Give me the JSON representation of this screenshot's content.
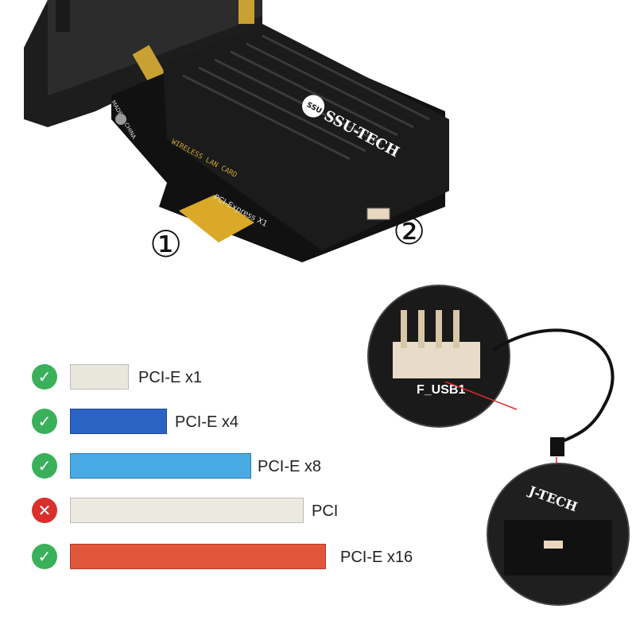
{
  "product": {
    "brand_text": "SSU-TECH",
    "logo_text": "SSU",
    "card_text": "WIRELESS LAN CARD",
    "interface_text": "PCI-Express X1",
    "made_in_text": "MADE IN CHINA",
    "callout_1": "①",
    "callout_2": "②"
  },
  "slots": [
    {
      "label": "PCI-E x1",
      "compatible": true,
      "color": "#e9e6dc"
    },
    {
      "label": "PCI-E x4",
      "compatible": true,
      "color": "#2a63c2"
    },
    {
      "label": "PCI-E x8",
      "compatible": true,
      "color": "#49a9e3"
    },
    {
      "label": "PCI",
      "compatible": false,
      "color": "#ece9e0"
    },
    {
      "label": "PCI-E x16",
      "compatible": true,
      "color": "#e2573c"
    }
  ],
  "status_colors": {
    "ok": "#3ab05a",
    "bad": "#d8312b"
  },
  "icons": {
    "ok": "check-icon",
    "bad": "cross-icon"
  },
  "header_inset": {
    "label": "F_USB1"
  },
  "card_inset": {
    "label": "J-TECH"
  }
}
